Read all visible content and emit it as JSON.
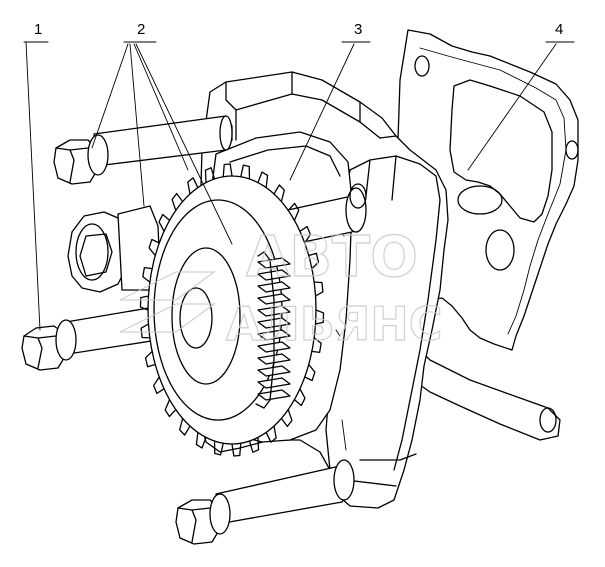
{
  "diagram": {
    "callouts": [
      {
        "id": "1",
        "label": "1"
      },
      {
        "id": "2",
        "label": "2"
      },
      {
        "id": "3",
        "label": "3"
      },
      {
        "id": "4",
        "label": "4"
      }
    ],
    "watermark": {
      "line1": "АВТО",
      "line2": "АЛЬЯНС"
    }
  }
}
